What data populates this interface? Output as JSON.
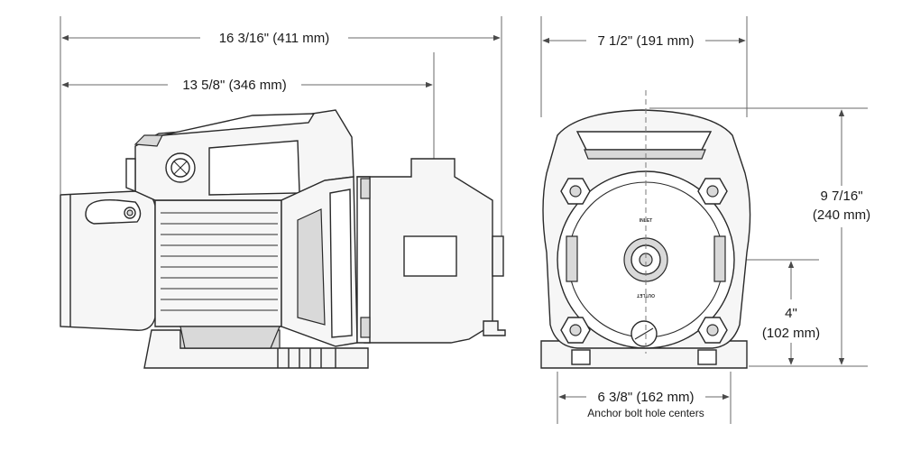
{
  "dimensions": {
    "overall_length": "16 3/16\" (411 mm)",
    "motor_length": "13 5/8\" (346 mm)",
    "width": "7 1/2\" (191 mm)",
    "height_in": "9 7/16\"",
    "height_mm": "(240 mm)",
    "shaft_height_in": "4\"",
    "shaft_height_mm": "(102 mm)",
    "anchor_spacing": "6 3/8\" (162 mm)",
    "anchor_note": "Anchor bolt hole centers"
  },
  "front_labels": {
    "inlet": "INLET",
    "outlet": "OUTLET"
  },
  "colors": {
    "line": "#2a2a2a",
    "dimension_line": "#6a6a6a",
    "text": "#1a1a1a"
  }
}
